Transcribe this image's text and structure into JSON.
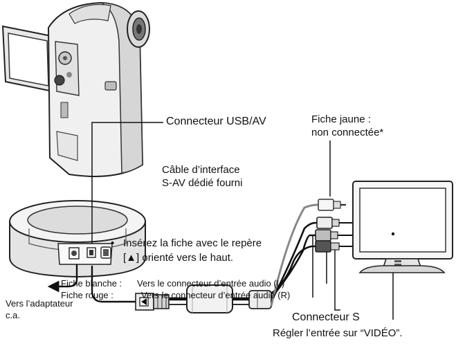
{
  "labels": {
    "usb_av_connector": "Connecteur USB/AV",
    "yellow_plug_line1": "Fiche jaune :",
    "yellow_plug_line2": "non connectée*",
    "cable_line1": "Câble d’interface",
    "cable_line2": "S-AV dédié fourni",
    "adapter_line1": "Vers l’adaptateur",
    "adapter_line2": "c.a.",
    "insert_bullet": "•",
    "insert_line1": "Insérez la fiche avec le repère",
    "insert_line2": "[▲]  orienté vers le haut.",
    "white_plug_name": "Fiche blanche :",
    "white_plug_desc": "Vers le connecteur d’entrée audio (L)",
    "red_plug_name": "Fiche rouge :",
    "red_plug_desc": "Vers le connecteur d’entrée audio (R)",
    "s_connector": "Connecteur S",
    "video_input": "Régler l’entrée sur “VIDÉO”."
  }
}
